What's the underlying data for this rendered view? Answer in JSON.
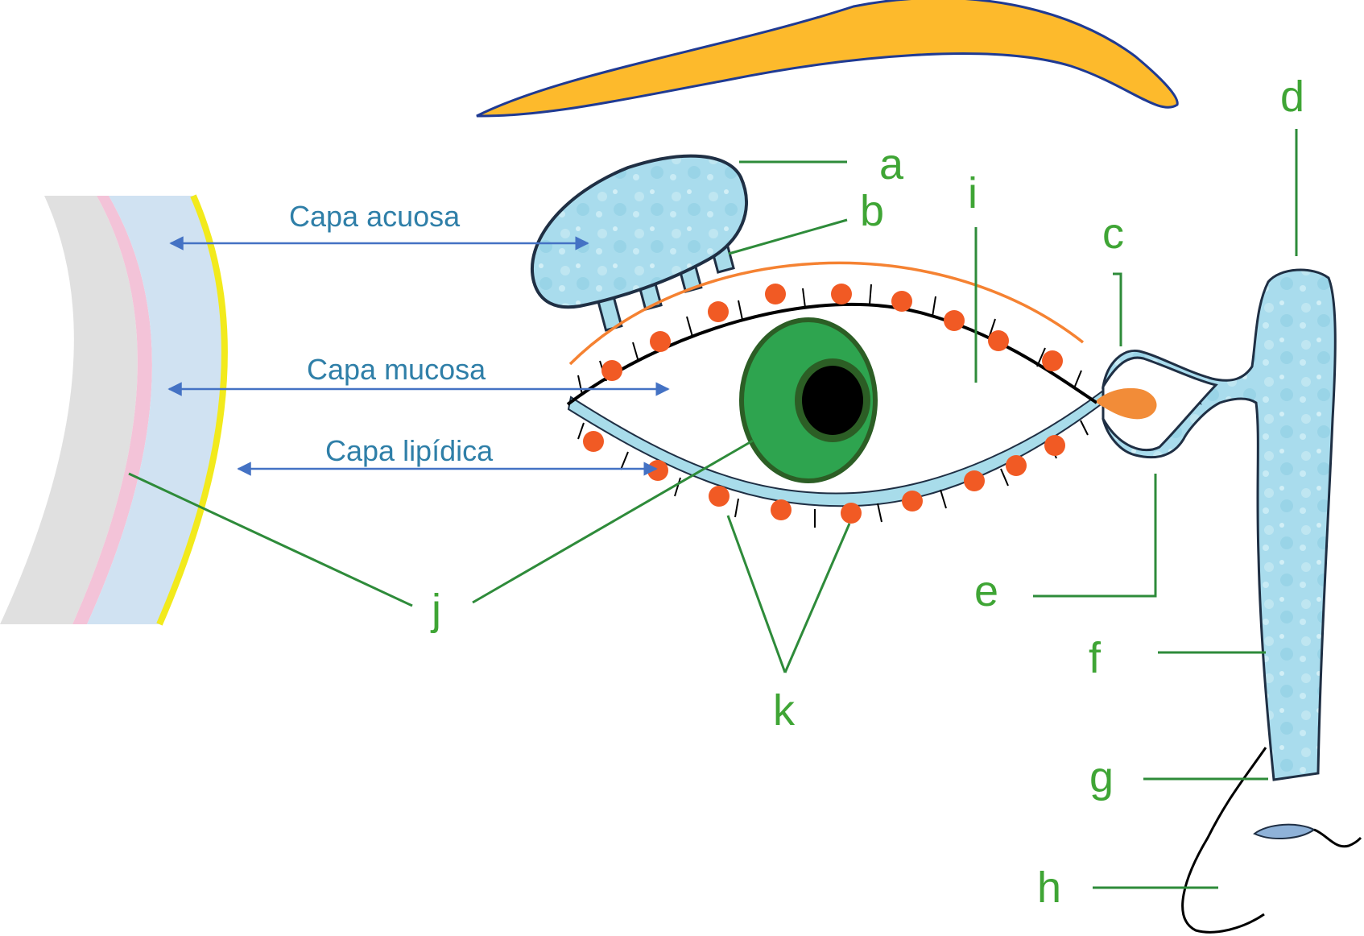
{
  "colors": {
    "label_green": "#3fa535",
    "leader_green": "#2e8b3a",
    "layer_text": "#2f7fa8",
    "arrow_blue": "#4472c4",
    "eyebrow": "#fdba2c",
    "eyebrow_edge": "#1f3a93",
    "tear_blue": "#a8dcea",
    "duct_blue": "#9fd3e3",
    "gland_orange": "#f15a24",
    "orange_line": "#f58232",
    "iris": "#2ea44f",
    "iris_dark": "#2c5e25",
    "caruncle": "#f28c38",
    "cornea_grey": "#e0e0e0",
    "cornea_pink": "#f3c3d8",
    "cornea_blue": "#d0e2f2",
    "cornea_yellow": "#f2ea1c"
  },
  "icons": [
    "eyebrow-shape",
    "lacrimal-gland",
    "eye-globe",
    "nasolacrimal-duct",
    "nose-outline",
    "tear-film-cross-section"
  ],
  "layers": {
    "aqueous": "Capa acuosa",
    "mucous": "Capa mucosa",
    "lipid": "Capa lipídica"
  },
  "labels": {
    "a": "a",
    "b": "b",
    "c": "c",
    "d": "d",
    "e": "e",
    "f": "f",
    "g": "g",
    "h": "h",
    "i": "i",
    "j": "j",
    "k": "k"
  }
}
